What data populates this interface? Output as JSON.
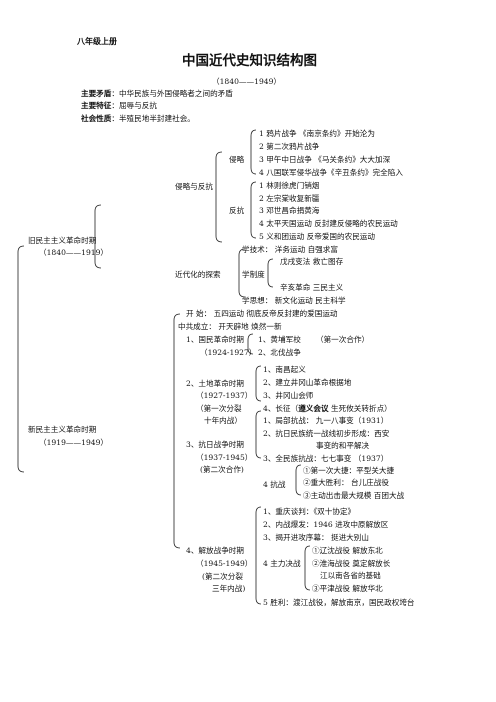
{
  "header": {
    "grade": "八年级上册"
  },
  "doc": {
    "title": "中国近代史知识结构图",
    "years": "（1840——1949）",
    "main_conflict": {
      "label": "主要矛盾",
      "text": "：中华民族与外国侵略者之间的矛盾"
    },
    "main_feature": {
      "label": "主要特征",
      "text": "：屈辱与反抗"
    },
    "society": {
      "label": "社会性质",
      "text": "：半殖民地半封建社会。"
    }
  },
  "old": {
    "label": "旧民主主义革命时期",
    "years": "（1840——1919）",
    "invasion_resist": "侵略与反抗",
    "invasion": "侵略",
    "inv1": "1 鸦片战争           《南京条约》开始沦为",
    "inv2": "2 第二次鸦片战争",
    "inv3": "3 甲午中日战争       《马关条约》大大加深",
    "inv4": "4 八国联军侵华战争《辛丑条约》完全陷入",
    "resist": "反抗",
    "res1": "1 林则徐虎门销烟",
    "res2": "2 左宗棠收复新疆",
    "res3": "3 邓世昌命捐黄海",
    "res4": "4 太平天国运动  反封建反侵略的农民运动",
    "res5": "5 义和团运动      反帝爱国的农民运动",
    "explore": "近代化的探索",
    "tech": "学技术：  洋务运动         自强求富",
    "inst_a": "戊戌变法         救亡图存",
    "inst_label": "学制度",
    "inst_b": "辛亥革命         三民主义",
    "thought": "学思想：  新文化运动     民主科学"
  },
  "new": {
    "label": "新民主主义革命时期",
    "years": "（1919——1949）",
    "start": "开        始：     五四运动   彻底反帝反封建的爱国运动",
    "cpc": "中共成立：                      开天辟地     焕然一新",
    "p1": "1、国民革命时期",
    "p1y": "（1924-1927）",
    "p1a": "1、黄埔军校",
    "p1c": "（第一次合作）",
    "p1b": "2、北伐战争",
    "p2": "2、土地革命时期",
    "p2y": "（1927-1937）",
    "p2n1": "（第一次分裂",
    "p2n2": "十年内战）",
    "p2a": "1、南昌起义",
    "p2b": "2、建立井冈山革命根据地",
    "p2c": "3、井冈山会师",
    "p2d_pre": "4、长征（",
    "p2d_b": "遵义会议",
    "p2d_post": "  生死攸关转折点）",
    "p3": "3、抗日战争时期",
    "p3y": "（1937-1945）",
    "p3n": "(第二次合作)",
    "p3a": "1、局部抗战：   九一八事变（1931）",
    "p3b": "2、抗日民族统一战线初步形成：西安",
    "p3b2": "事变的和平解决",
    "p3c": "3、全民族抗战：七七事变     （1937）",
    "p3d": "4  抗战",
    "p3d1": "①第一次大捷：平型关大捷",
    "p3d2": "②重大胜利：     台儿庄战役",
    "p3d3": "③主动出击最大规模  百团大战",
    "p4": "4、解放战争时期",
    "p4y": "（1945-1949）",
    "p4n1": "(第二次分裂",
    "p4n2": "三年内战)",
    "p4a": "1、重庆谈判：《双十协定》",
    "p4b": "2、内战爆发：1946  进攻中原解放区",
    "p4c": "3、揭开进攻序幕：    挺进大别山",
    "p4d": "4 主力决战",
    "p4d1": "①辽沈战役    解放东北",
    "p4d2": "②淮海战役    奠定解放长",
    "p4d2b": "江以南各省的基础",
    "p4d3": "③平津战役    解放华北",
    "p4e": "5 胜利：渡江战役，解放南京，国民政权垮台"
  }
}
